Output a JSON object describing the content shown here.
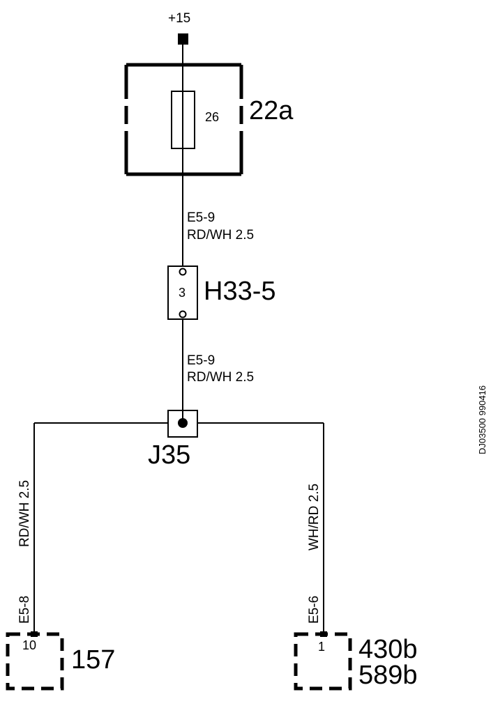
{
  "supply": {
    "label": "+15"
  },
  "fuse_box": {
    "label": "22a",
    "fuse_number": "26"
  },
  "wire_top": {
    "circuit": "E5-9",
    "color_size": "RD/WH 2.5"
  },
  "connector_h33": {
    "label": "H33-5",
    "pin": "3"
  },
  "wire_mid": {
    "circuit": "E5-9",
    "color_size": "RD/WH 2.5"
  },
  "junction": {
    "label": "J35"
  },
  "wire_left": {
    "color_size": "RD/WH 2.5",
    "circuit": "E5-8"
  },
  "wire_right": {
    "color_size": "WH/RD 2.5",
    "circuit": "E5-6"
  },
  "component_left": {
    "label": "157",
    "pin": "10"
  },
  "component_right": {
    "label_line1": "430b",
    "label_line2": "589b",
    "pin": "1"
  },
  "drawing_id": "DJ03500 990416"
}
